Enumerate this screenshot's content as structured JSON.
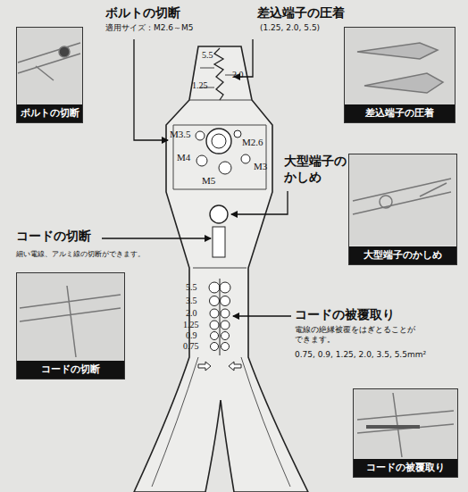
{
  "diagram": {
    "nodes": [
      {
        "text": [
          "ボルトの切断"
        ]
      },
      {
        "text": [
          "差込端子の圧着"
        ]
      },
      {
        "text": [
          "大型端子のかしめ"
        ]
      },
      {
        "text": [
          "コードの切断"
        ]
      },
      {
        "text": [
          "コードの被覆取り"
        ]
      }
    ],
    "labels": [
      "ボルトの切断",
      "適用サイズ：M2.6～M5",
      "差込端子の圧着",
      "(1.25, 2.0, 5.5)",
      "5.5",
      "2.0",
      "1.25",
      "M3.5",
      "M2.6",
      "M4",
      "M3",
      "M5",
      "大型端子の かしめ",
      "コードの切断",
      "細い電線、アルミ線の切断ができます。",
      "5.5",
      "3.5",
      "2.0",
      "1.25",
      "0.9",
      "0.75",
      "コードの被覆取り",
      "電線の絶縁被覆をはぎとることが できます。",
      "0.75, 0.9, 1.25, 2.0, 3.5, 5.5mm²"
    ]
  }
}
